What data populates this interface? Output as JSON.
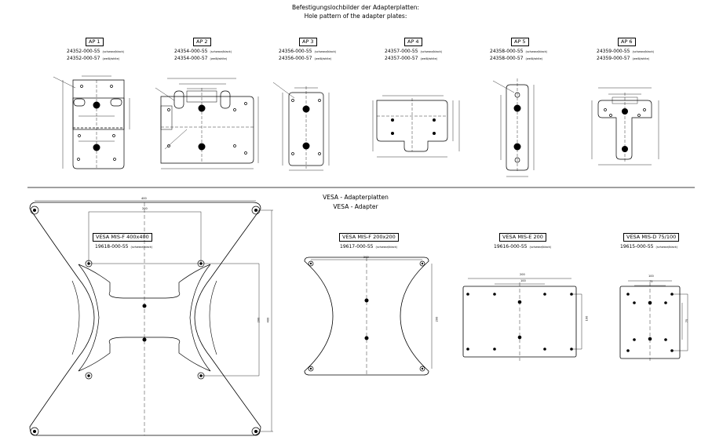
{
  "header": {
    "line1": "Befestigungslochbilder der Adapterplatten:",
    "line2": "Hole pattern of the adapter plates:"
  },
  "vesa_header": {
    "line1": "VESA - Adapterplatten",
    "line2": "VESA - Adapter"
  },
  "adapters": [
    {
      "label": "AP 1",
      "codes": [
        {
          "num": "24352-000-55",
          "color": "(schwarz/black)"
        },
        {
          "num": "24352-000-57",
          "color": "(weiß/white)"
        }
      ]
    },
    {
      "label": "AP 2",
      "codes": [
        {
          "num": "24354-000-55",
          "color": "(schwarz/black)"
        },
        {
          "num": "24354-000-57",
          "color": "(weiß/white)"
        }
      ]
    },
    {
      "label": "AP 3",
      "codes": [
        {
          "num": "24356-000-55",
          "color": "(schwarz/black)"
        },
        {
          "num": "24356-000-57",
          "color": "(weiß/white)"
        }
      ]
    },
    {
      "label": "AP 4",
      "codes": [
        {
          "num": "24357-000-55",
          "color": "(schwarz/black)"
        },
        {
          "num": "24357-000-57",
          "color": "(weiß/white)"
        }
      ]
    },
    {
      "label": "AP 5",
      "codes": [
        {
          "num": "24358-000-55",
          "color": "(schwarz/black)"
        },
        {
          "num": "24358-000-57",
          "color": "(weiß/white)"
        }
      ]
    },
    {
      "label": "AP 6",
      "codes": [
        {
          "num": "24359-000-55",
          "color": "(schwarz/black)"
        },
        {
          "num": "24359-000-57",
          "color": "(weiß/white)"
        }
      ]
    }
  ],
  "vesa": [
    {
      "label": "VESA MIS-F 400x400",
      "code": {
        "num": "19618-000-55",
        "color": "(schwarz/black)"
      },
      "dims": {
        "w": "400",
        "inner": "200",
        "h": "400",
        "hinner": "200"
      }
    },
    {
      "label": "VESA MIS-F 200x200",
      "code": {
        "num": "19617-000-55",
        "color": "(schwarz/black)"
      },
      "dims": {
        "w": "200",
        "h": "200"
      }
    },
    {
      "label": "VESA MIS-E 200",
      "code": {
        "num": "19616-000-55",
        "color": "(schwarz/black)"
      },
      "dims": {
        "w": "200",
        "inner": "100",
        "h": "100"
      }
    },
    {
      "label": "VESA MIS-D 75/100",
      "code": {
        "num": "19615-000-55",
        "color": "(schwarz/black)"
      },
      "dims": {
        "w": "100",
        "inner": "75",
        "h": "75"
      }
    }
  ],
  "colors": {
    "line": "#000000",
    "background": "#ffffff"
  }
}
